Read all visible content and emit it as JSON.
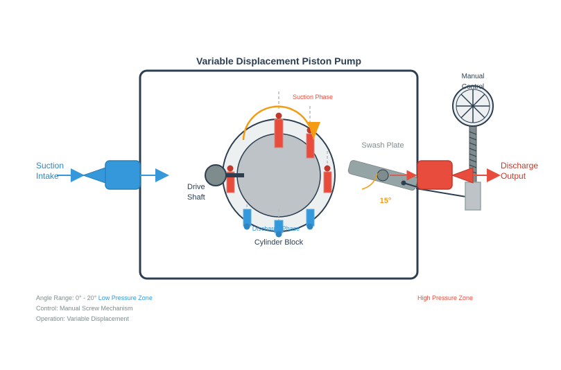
{
  "title": "Variable Displacement Piston Pump",
  "labels": {
    "suction_phase": "Suction Phase",
    "discharge_phase": "Discharge Phase",
    "cylinder_block": "Cylinder Block",
    "drive_shaft_1": "Drive",
    "drive_shaft_2": "Shaft",
    "swash_plate": "Swash Plate",
    "angle": "15°",
    "manual_control_1": "Manual",
    "manual_control_2": "Control",
    "suction_intake_1": "Suction",
    "suction_intake_2": "Intake",
    "discharge_output_1": "Discharge",
    "discharge_output_2": "Output"
  },
  "notes": {
    "angle_range": "Angle Range: 0° - 20°",
    "low_pressure": "Low Pressure Zone",
    "high_pressure": "High Pressure Zone",
    "control": "Control: Manual Screw Mechanism",
    "operation": "Operation: Variable Displacement"
  },
  "colors": {
    "frame": "#2c3e50",
    "suction": "#3498db",
    "discharge": "#e74c3c",
    "rotation": "#f39c12",
    "plate": "#95a5a6"
  }
}
